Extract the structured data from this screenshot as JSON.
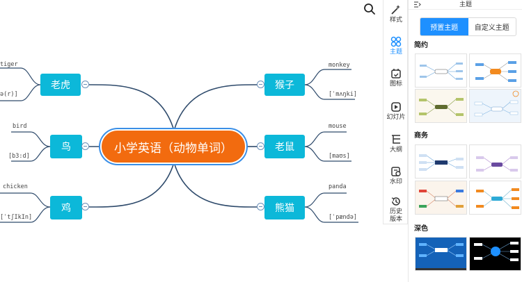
{
  "central": "小学英语（动物单词）",
  "topics": {
    "tiger": {
      "label": "老虎",
      "word": "tiger",
      "phonetic": "ə(r)]"
    },
    "bird": {
      "label": "鸟",
      "word": "bird",
      "phonetic": "[b3:d]"
    },
    "chicken": {
      "label": "鸡",
      "word": "chicken",
      "phonetic": "[ˈtʃIkIn]"
    },
    "monkey": {
      "label": "猴子",
      "word": "monkey",
      "phonetic": "[ˈmʌŋki]"
    },
    "mouse": {
      "label": "老鼠",
      "word": "mouse",
      "phonetic": "[maʊs]"
    },
    "panda": {
      "label": "熊猫",
      "word": "panda",
      "phonetic": "[ˈpændə]"
    }
  },
  "toolbar": {
    "style": "样式",
    "theme": "主题",
    "icon": "图标",
    "slides": "幻灯片",
    "outline": "大纲",
    "watermark": "水印",
    "history_line1": "历史",
    "history_line2": "版本"
  },
  "panel": {
    "title": "主题",
    "tab_preset": "预置主题",
    "tab_custom": "自定义主题",
    "sections": {
      "simple": "简约",
      "business": "商务",
      "dark": "深色"
    }
  },
  "colors": {
    "central": "#f26b0f",
    "topic": "#0cb8d9",
    "accent": "#1e90ff",
    "line": "#2e4a6b"
  },
  "icons": {
    "search": "search-icon",
    "style": "magic-wand-icon",
    "theme": "clover-icon",
    "icon": "calendar-icon",
    "slides": "slides-icon",
    "outline": "outline-icon",
    "watermark": "watermark-icon",
    "history": "history-icon",
    "collapse": "collapse-panel-icon"
  }
}
